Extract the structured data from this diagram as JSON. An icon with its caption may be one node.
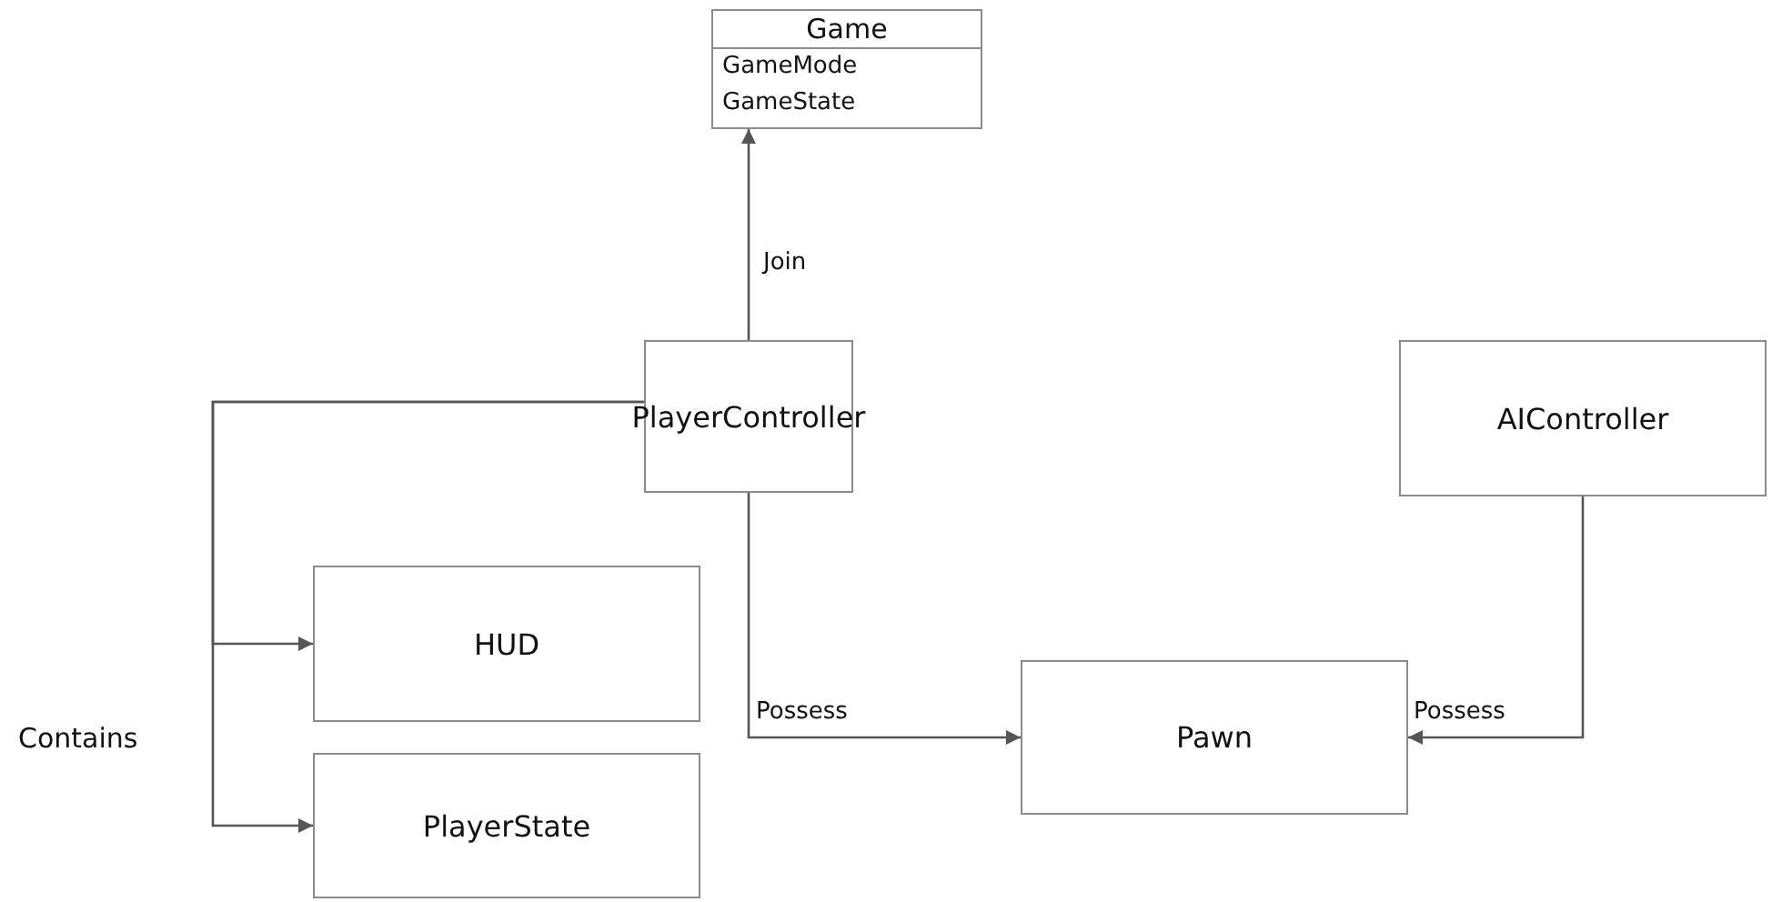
{
  "diagram": {
    "nodes": [
      {
        "text": [
          "Game",
          "GameMode",
          "GameState"
        ]
      },
      {
        "text": [
          "PlayerController"
        ]
      },
      {
        "text": [
          "AIController"
        ]
      },
      {
        "text": [
          "HUD"
        ]
      },
      {
        "text": [
          "PlayerState"
        ]
      },
      {
        "text": [
          "Pawn"
        ]
      }
    ],
    "edges": [
      {
        "from": 1,
        "to": 0,
        "arrow": "to",
        "label": "Join"
      },
      {
        "from": 1,
        "to": 3,
        "arrow": "to"
      },
      {
        "from": 1,
        "to": 4,
        "arrow": "to"
      },
      {
        "from": 1,
        "to": 5,
        "arrow": "to",
        "label": "Possess"
      },
      {
        "from": 2,
        "to": 5,
        "arrow": "to",
        "label": "Possess"
      }
    ],
    "labels": [
      "Contains"
    ]
  }
}
